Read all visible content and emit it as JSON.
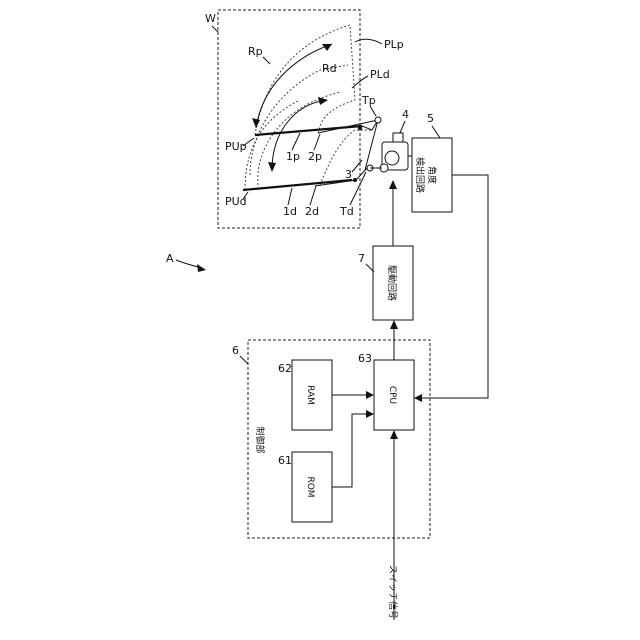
{
  "figure_label": "A",
  "labels": {
    "W": "W",
    "Rp": "Rp",
    "PLp": "PLp",
    "Rd": "Rd",
    "PLd": "PLd",
    "Tp": "Tp",
    "PUp": "PUp",
    "one_p": "1p",
    "two_p": "2p",
    "PUd": "PUd",
    "one_d": "1d",
    "two_d": "2d",
    "Td": "Td",
    "three": "3",
    "four": "4",
    "five": "5",
    "six": "6",
    "seven": "7",
    "sixty_one": "61",
    "sixty_two": "62",
    "sixty_three": "63"
  },
  "blocks": {
    "angle_detect_line1": "角度",
    "angle_detect_line2": "検出回路",
    "drive_circuit": "駆動回路",
    "control_unit": "制御部",
    "ram": "RAM",
    "rom": "ROM",
    "cpu": "CPU",
    "switch_signal": "スイッチ信号"
  }
}
